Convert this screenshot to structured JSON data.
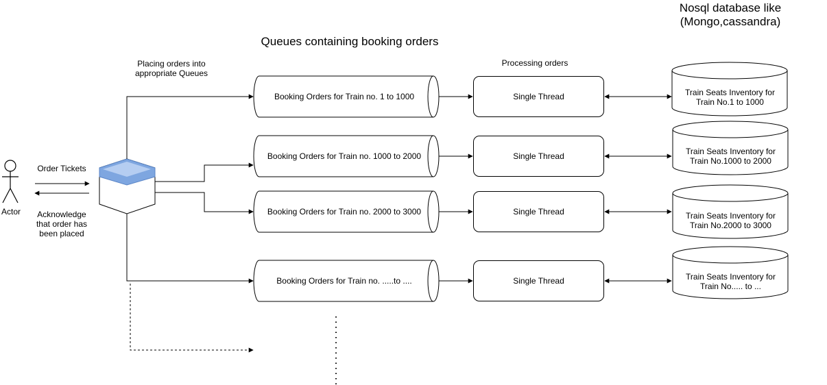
{
  "headings": {
    "nosql": "Nosql database like\n(Mongo,cassandra)",
    "queues": "Queues containing booking orders",
    "placing": "Placing orders into\nappropriate Queues",
    "processing": "Processing orders"
  },
  "actor": {
    "label": "Actor",
    "order_tickets": "Order Tickets",
    "acknowledge": "Acknowledge\nthat order has\nbeen placed"
  },
  "rows": [
    {
      "queue": "Booking Orders for Train no. 1 to 1000",
      "thread": "Single Thread",
      "db": "Train Seats Inventory for\nTrain No.1 to 1000"
    },
    {
      "queue": "Booking Orders for Train no. 1000 to 2000",
      "thread": "Single Thread",
      "db": "Train Seats Inventory for\nTrain No.1000 to 2000"
    },
    {
      "queue": "Booking Orders for Train no. 2000 to 3000",
      "thread": "Single Thread",
      "db": "Train Seats Inventory for\nTrain No.2000 to 3000"
    },
    {
      "queue": "Booking Orders for Train no. .....to ....",
      "thread": "Single Thread",
      "db": "Train Seats Inventory for\nTrain No..... to ..."
    }
  ],
  "colors": {
    "line": "#000000",
    "router_top": "#7ea6e0",
    "router_light": "#dae8fc"
  }
}
